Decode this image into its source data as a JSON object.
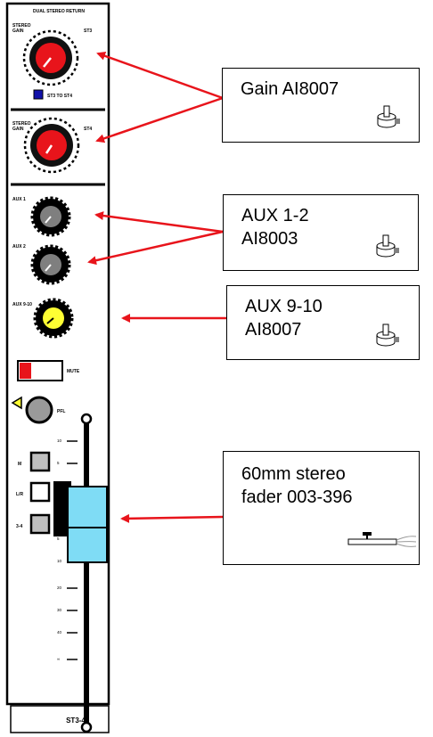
{
  "strip": {
    "header": "DUAL STEREO RETURN",
    "gain_top_label": "GAIN",
    "gain_top_sub": "STEREO",
    "gain_top_right": "ST3",
    "gain_bottom_label": "GAIN",
    "gain_bottom_sub": "STEREO",
    "gain_bottom_right": "ST4",
    "switch_label": "ST3 TO ST4",
    "aux1_label": "AUX 1",
    "aux2_label": "AUX 2",
    "aux910_label": "AUX 9-10",
    "mute_label": "MUTE",
    "pfl_label": "PFL",
    "btn1_label": "M",
    "btn2_label": "L/R",
    "btn3_label": "3-4",
    "scale": [
      "10",
      "5",
      "0",
      "5",
      "10",
      "20",
      "30",
      "40",
      "∞"
    ],
    "footer": "ST3-4"
  },
  "callouts": {
    "gain": {
      "lines": [
        "Gain AI8007"
      ]
    },
    "aux12": {
      "lines": [
        "AUX 1-2",
        "AI8003"
      ]
    },
    "aux910": {
      "lines": [
        "AUX 9-10",
        "AI8007"
      ]
    },
    "fader": {
      "lines": [
        "60mm stereo",
        "fader 003-396"
      ]
    }
  },
  "colors": {
    "arrow": "#e8141b",
    "knob_red": "#e8141b",
    "knob_grey": "#7f7f7f",
    "knob_yellow": "#ffff33",
    "fader_cap": "#7fdcf5",
    "switch_blue": "#1111aa"
  },
  "icons": {
    "pot": "potentiometer-icon",
    "fader": "slide-fader-icon"
  }
}
